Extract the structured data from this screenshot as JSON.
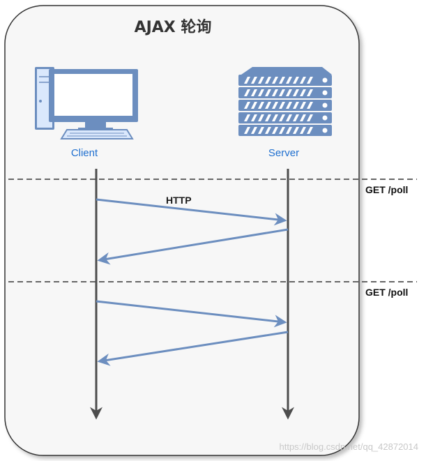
{
  "title": "AJAX 轮询",
  "nodes": {
    "client": {
      "label": "Client",
      "icon": "desktop-computer-icon"
    },
    "server": {
      "label": "Server",
      "icon": "server-rack-icon"
    }
  },
  "messages": {
    "first_request_label": "HTTP"
  },
  "poll_markers": [
    {
      "label": "GET /poll"
    },
    {
      "label": "GET /poll"
    }
  ],
  "watermark": "https://blog.csdn.net/qq_42872014",
  "colors": {
    "panel_fill": "#f7f7f7",
    "panel_stroke": "#333333",
    "arrow": "#6c8ebf",
    "lifeline": "#4d4d4d",
    "label_blue": "#1f6fcf",
    "dashed_line": "#666666"
  }
}
